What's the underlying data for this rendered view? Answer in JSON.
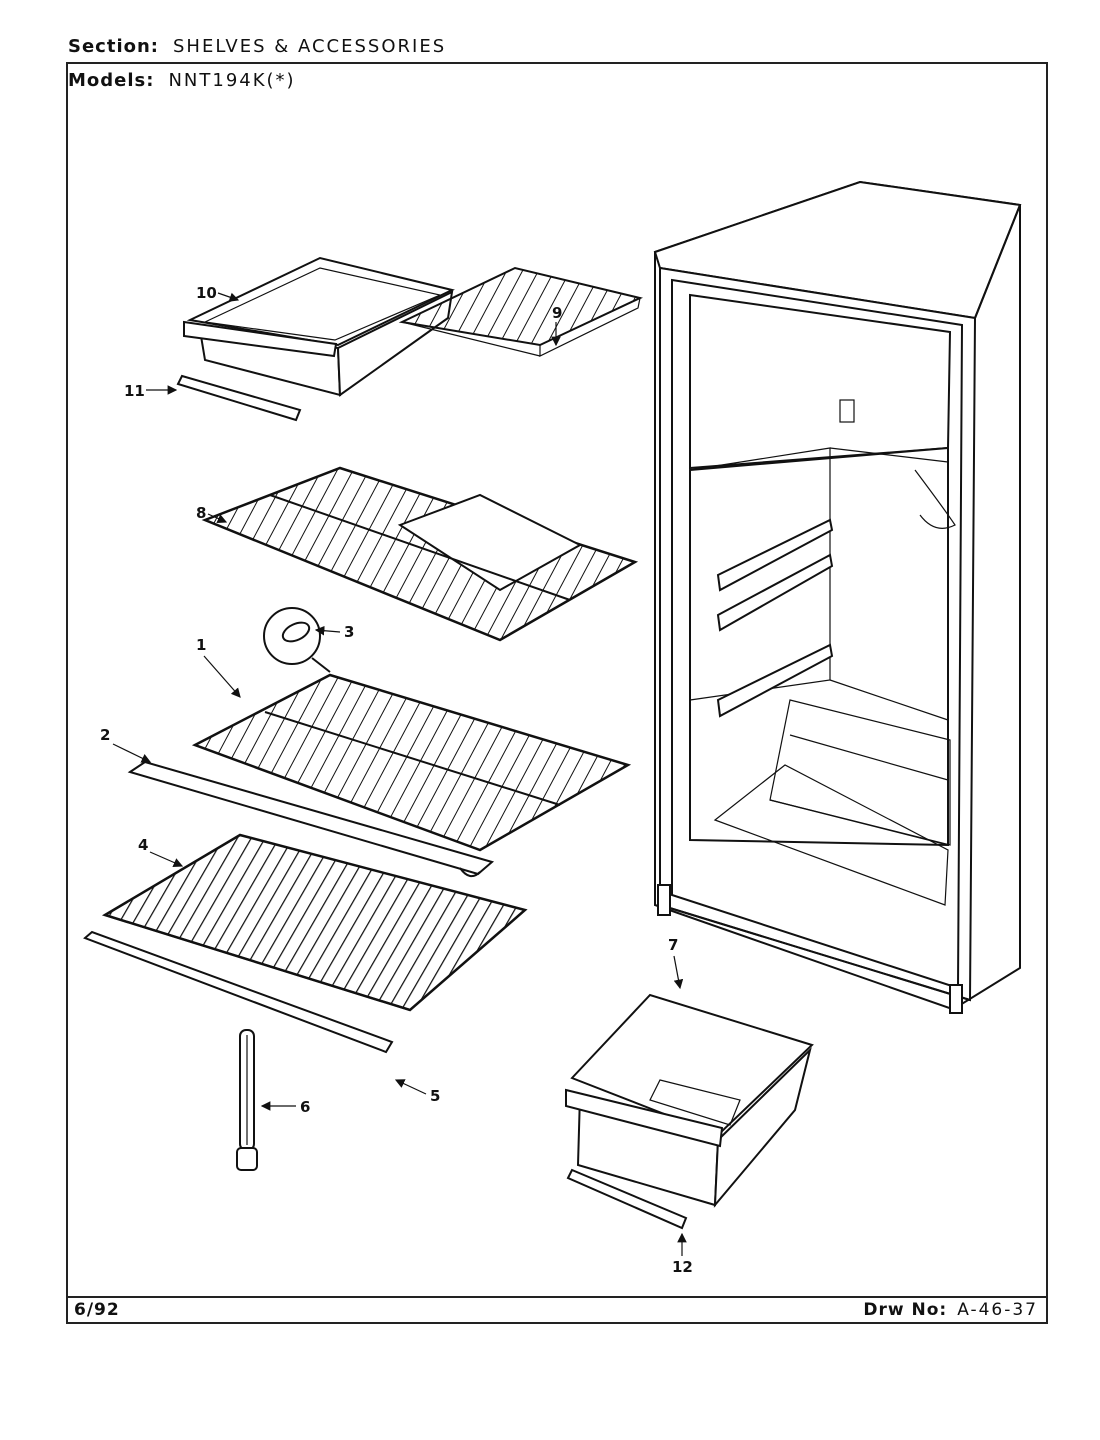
{
  "header": {
    "section_label": "Section:",
    "section_value": "SHELVES & ACCESSORIES",
    "models_label": "Models:",
    "models_value": "NNT194K(*)"
  },
  "footer": {
    "date": "6/92",
    "drawing_label": "Drw No:",
    "drawing_number": "A-46-37"
  },
  "callouts": [
    "1",
    "2",
    "3",
    "4",
    "5",
    "6",
    "7",
    "8",
    "9",
    "10",
    "11",
    "12"
  ]
}
